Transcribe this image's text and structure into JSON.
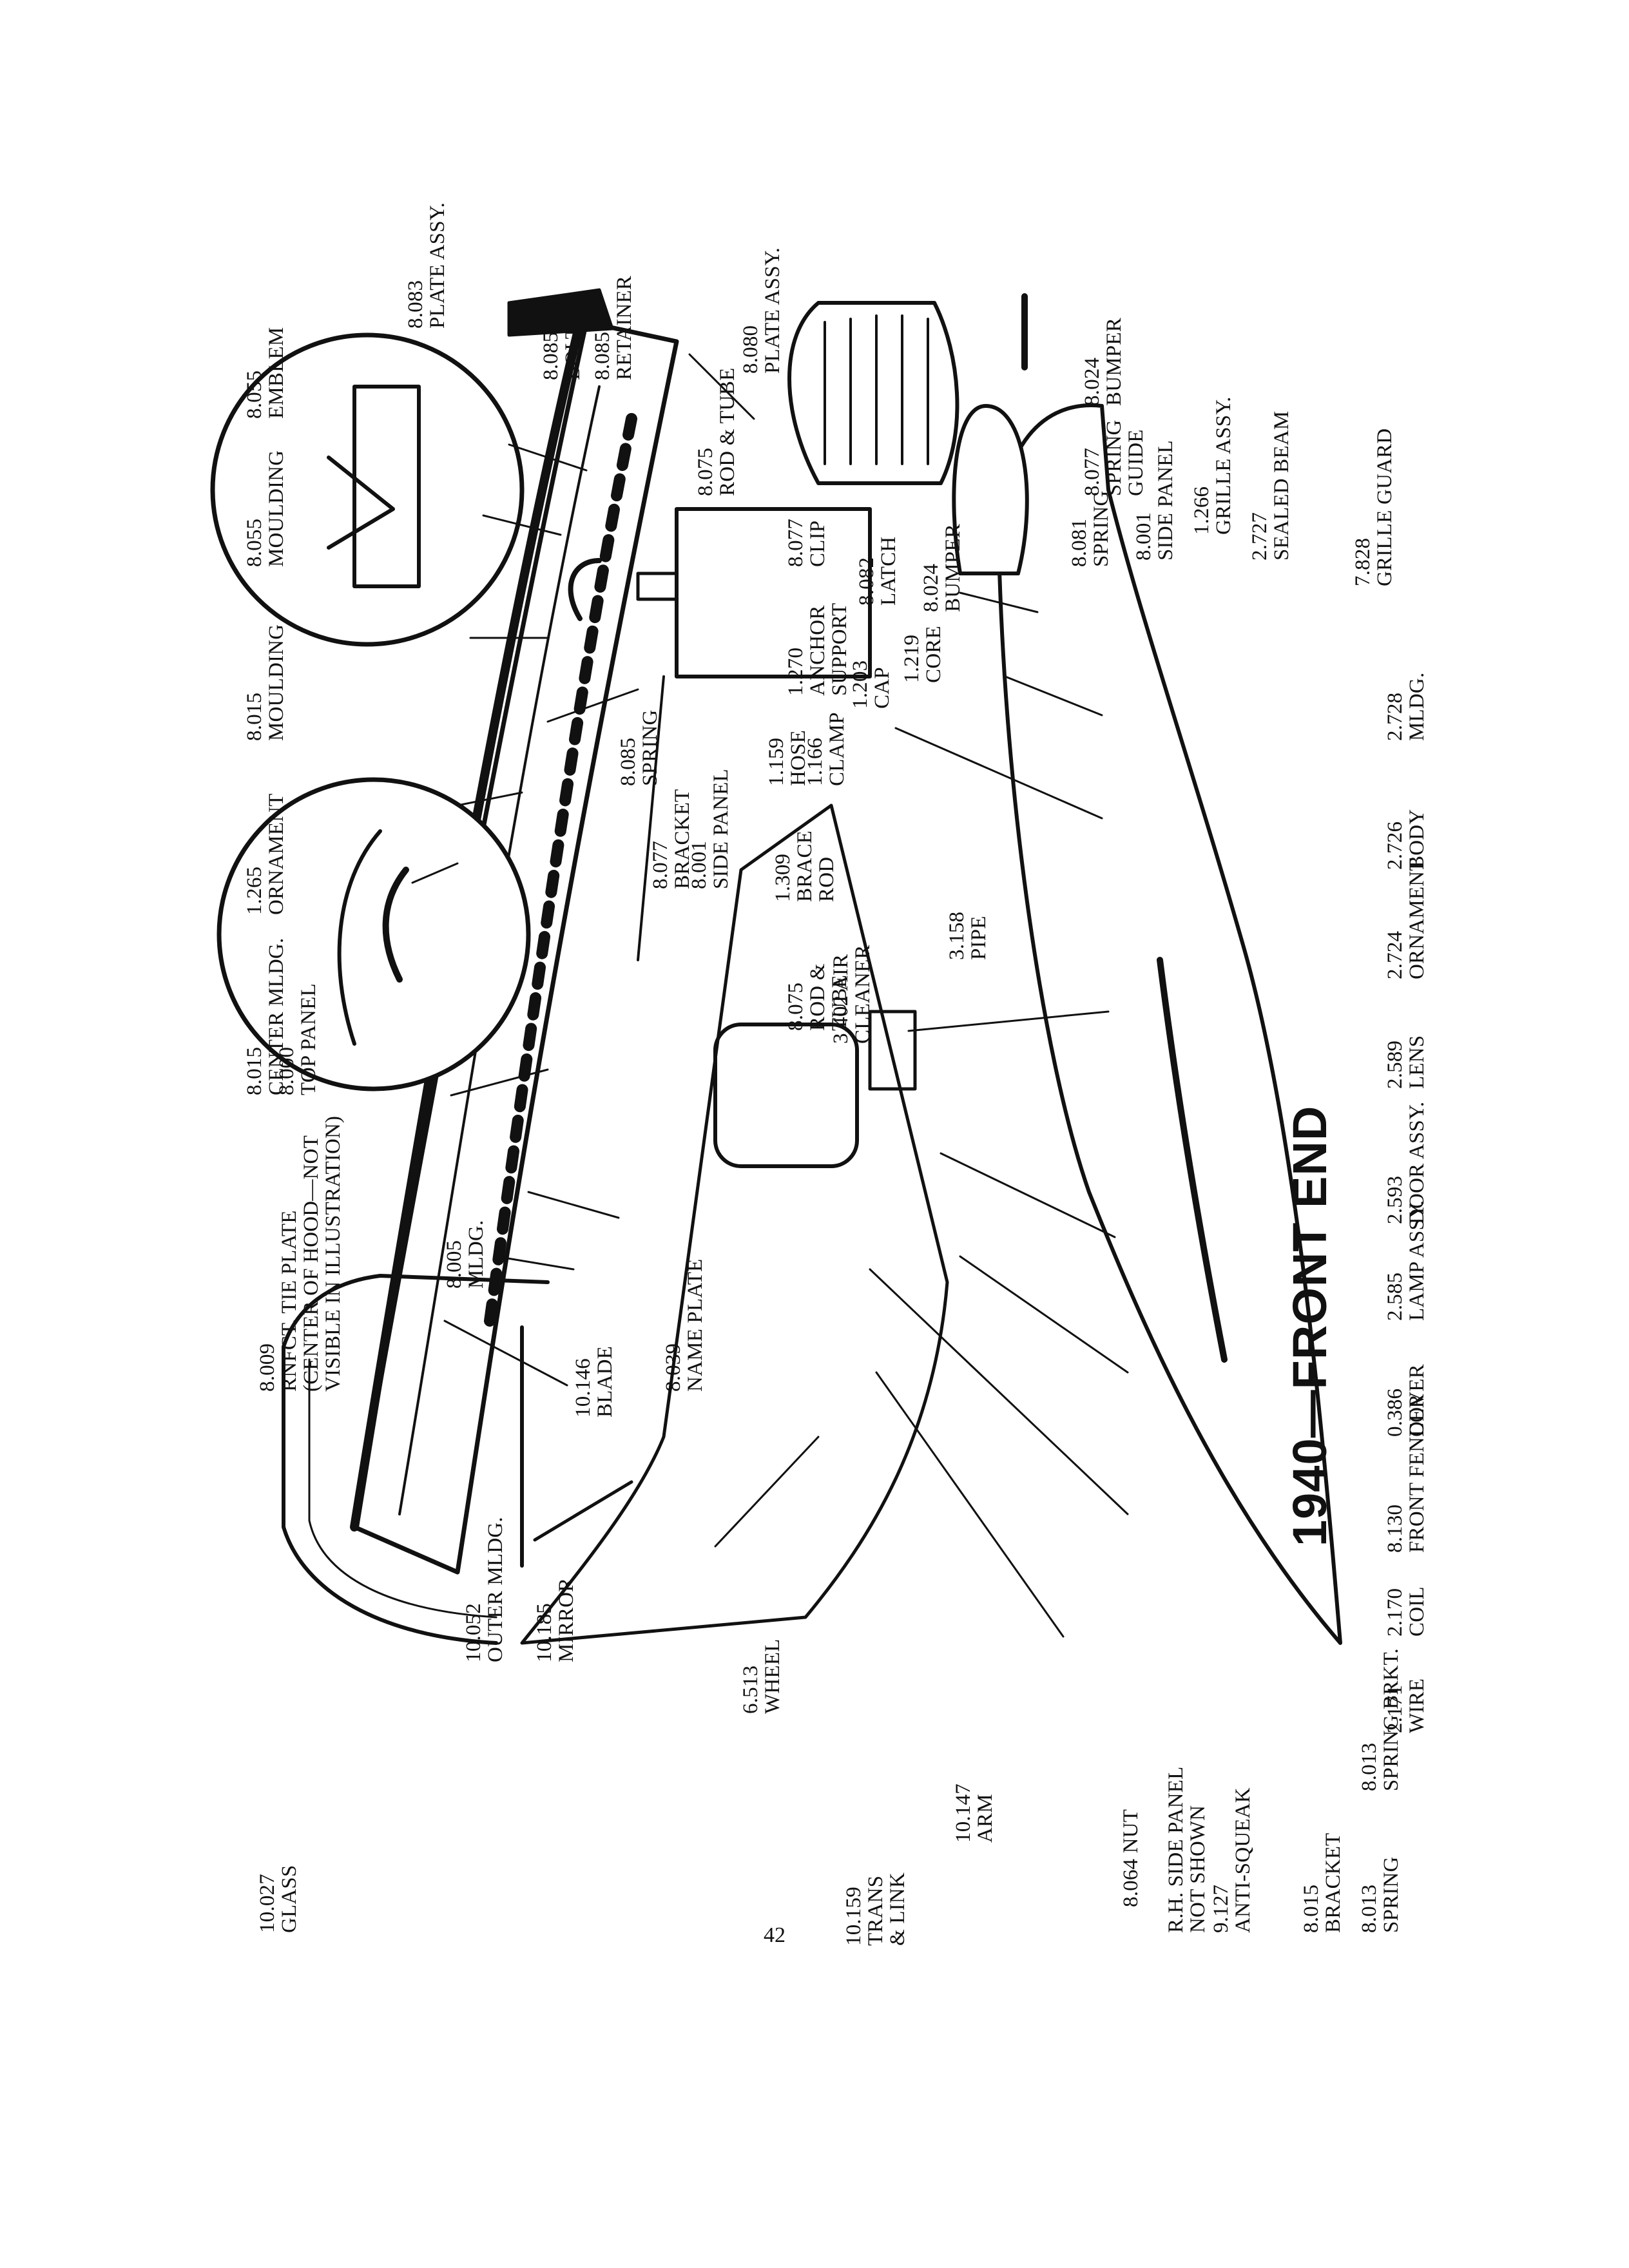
{
  "title": "1940—FRONT END",
  "page_number": "42",
  "labels": {
    "tie_plate": [
      "8.009",
      "RNFCT. TIE PLATE",
      "(CENTER OF HOOD—NOT",
      "VISIBLE IN ILLUSTRATION)"
    ],
    "top_panel": [
      "8.000",
      "TOP PANEL"
    ],
    "mldg_8005": [
      "8.005",
      "MLDG."
    ],
    "center_mldg": [
      "8.015",
      "CENTER MLDG."
    ],
    "ornament_1265": [
      "1.265",
      "ORNAMENT"
    ],
    "moulding_8015": [
      "8.015",
      "MOULDING"
    ],
    "moulding_8055": [
      "8.055",
      "MOULDING"
    ],
    "emblem": [
      "8.055",
      "EMBLEM"
    ],
    "plate_assy_8083": [
      "8.083",
      "PLATE ASSY."
    ],
    "bolt": [
      "8.085",
      "BOLT"
    ],
    "retainer": [
      "8.085",
      "RETAINER"
    ],
    "spring_8085": [
      "8.085",
      "SPRING"
    ],
    "rod_tube_top": [
      "8.075",
      "ROD & TUBE"
    ],
    "plate_assy_8080": [
      "8.080",
      "PLATE ASSY."
    ],
    "bumper_top": [
      "8.024",
      "BUMPER"
    ],
    "spring_guide": [
      "8.077",
      "SPRING",
      "GUIDE"
    ],
    "spring_8081": [
      "8.081",
      "SPRING"
    ],
    "side_panel_r": [
      "8.001",
      "SIDE PANEL"
    ],
    "grille_assy": [
      "1.266",
      "GRILLE ASSY."
    ],
    "sealed_beam": [
      "2.727",
      "SEALED BEAM"
    ],
    "grille_guard": [
      "7.828",
      "GRILLE GUARD"
    ],
    "mldg_2728": [
      "2.728",
      "MLDG."
    ],
    "body": [
      "2.726",
      "BODY"
    ],
    "ornament_2724": [
      "2.724",
      "ORNAMENT"
    ],
    "lens": [
      "2.589",
      "LENS"
    ],
    "door_assy": [
      "2.593",
      "DOOR ASSY."
    ],
    "lamp_assy": [
      "2.585",
      "LAMP ASSY."
    ],
    "cover": [
      "0.386",
      "COVER"
    ],
    "front_fender": [
      "8.130",
      "FRONT FENDER"
    ],
    "coil": [
      "2.170",
      "COIL"
    ],
    "wire": [
      "2.171",
      "WIRE"
    ],
    "spring_brkt": [
      "8.013",
      "SPRING BRKT."
    ],
    "bracket_bottom": [
      "8.015",
      "BRACKET"
    ],
    "spring_bottom": [
      "8.013",
      "SPRING"
    ],
    "anti_squeak": [
      "9.127",
      "ANTI-SQUEAK"
    ],
    "rh_side_panel": [
      "R.H. SIDE PANEL",
      "NOT SHOWN"
    ],
    "nut": [
      "8.064 NUT"
    ],
    "arm": [
      "10.147",
      "ARM"
    ],
    "trans_link": [
      "10.159",
      "TRANS",
      "& LINK"
    ],
    "glass": [
      "10.027",
      "GLASS"
    ],
    "wheel": [
      "6.513",
      "WHEEL"
    ],
    "mirror": [
      "10.185",
      "MIRROR"
    ],
    "outer_mldg": [
      "10.052",
      "OUTER MLDG."
    ],
    "blade": [
      "10.146",
      "BLADE"
    ],
    "name_plate": [
      "8.039",
      "NAME PLATE"
    ],
    "air_cleaner": [
      "3.402 AIR",
      "CLEANER"
    ],
    "rod_tube_mid": [
      "8.075",
      "ROD &",
      "TUBE"
    ],
    "pipe": [
      "3.158",
      "PIPE"
    ],
    "brace_rod": [
      "1.309",
      "BRACE",
      "ROD"
    ],
    "side_panel_l": [
      "8.001",
      "SIDE PANEL"
    ],
    "bracket_8077": [
      "8.077",
      "BRACKET"
    ],
    "hose": [
      "1.159",
      "HOSE"
    ],
    "clamp": [
      "1.166",
      "CLAMP"
    ],
    "cap": [
      "1.203",
      "CAP"
    ],
    "core": [
      "1.219",
      "CORE"
    ],
    "anchor_support": [
      "1.270",
      "ANCHOR",
      "SUPPORT"
    ],
    "latch": [
      "8.082",
      "LATCH"
    ],
    "bumper_mid": [
      "8.024",
      "BUMPER"
    ],
    "clip": [
      "8.077",
      "CLIP"
    ]
  }
}
